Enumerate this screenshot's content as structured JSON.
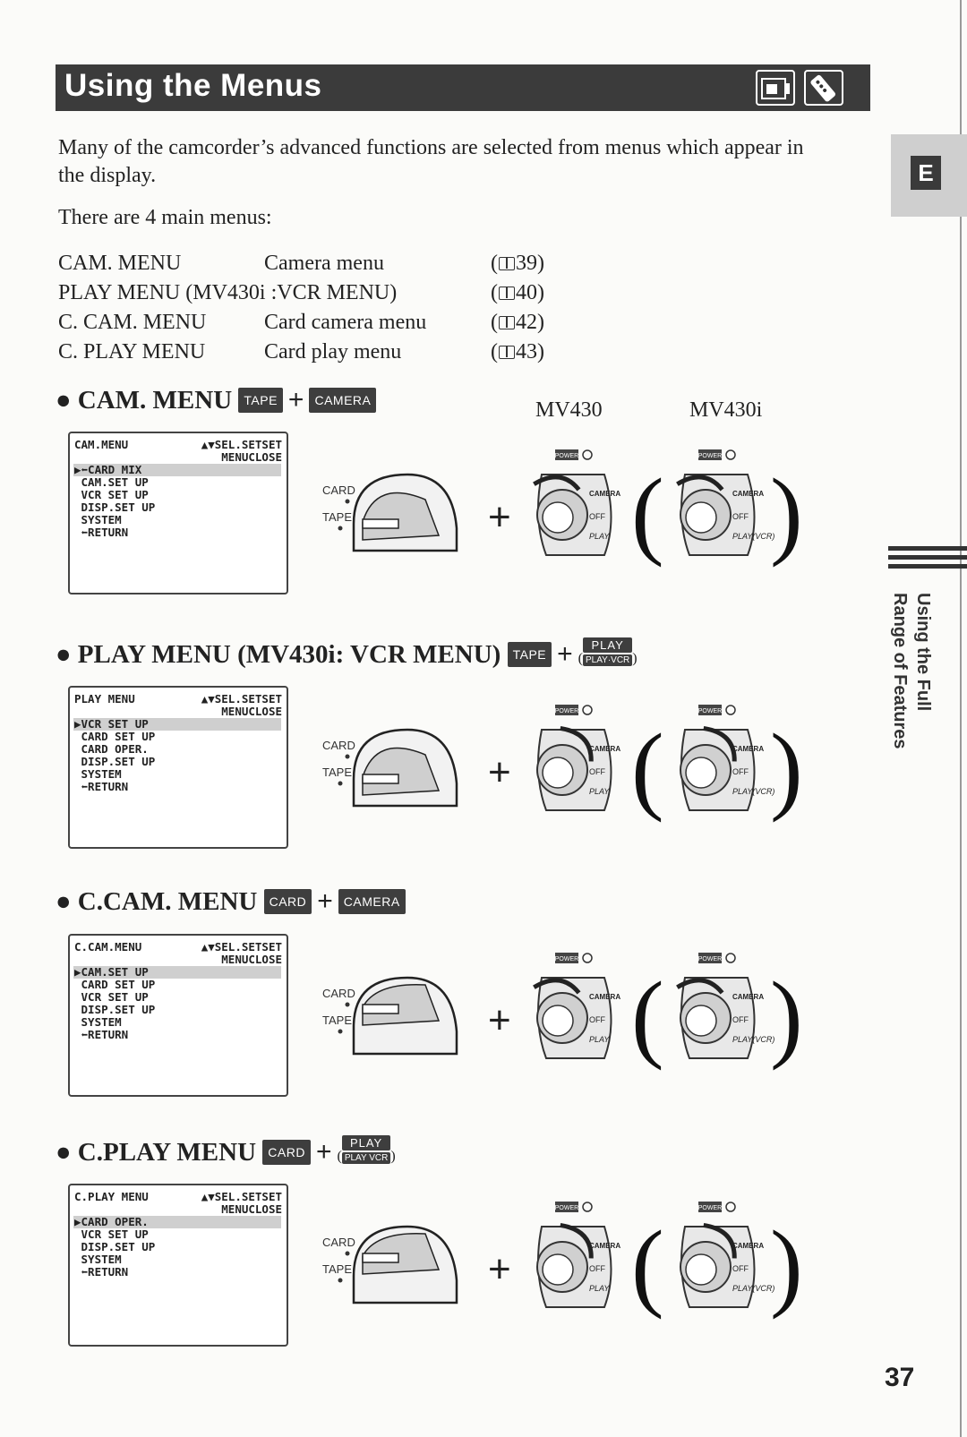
{
  "header": {
    "title": "Using the Menus"
  },
  "side_tab": {
    "letter": "E",
    "label_line1": "Using the Full",
    "label_line2": "Range of Features"
  },
  "intro": {
    "paragraph": "Many of the camcorder’s advanced functions are selected from menus which appear in the display.",
    "count_line": "There are 4 main menus:"
  },
  "menus_table": [
    {
      "name": "CAM. MENU",
      "desc": "Camera menu",
      "page": "39"
    },
    {
      "name": "PLAY MENU (MV430i :VCR MENU)",
      "desc": "",
      "page": "40"
    },
    {
      "name": "C. CAM. MENU",
      "desc": "Card camera menu",
      "page": "42"
    },
    {
      "name": "C. PLAY MENU",
      "desc": "Card play menu",
      "page": "43"
    }
  ],
  "models": {
    "left": "MV430",
    "right": "MV430i"
  },
  "labels": {
    "power": "POWER",
    "card": "CARD",
    "tape": "TAPE",
    "camera": "CAMERA",
    "off": "OFF",
    "play": "PLAY",
    "playvcr": "PLAY(VCR)"
  },
  "sections": [
    {
      "heading": "CAM. MENU",
      "badge1": "TAPE",
      "badge2": "CAMERA",
      "screen": {
        "title": "CAM.MENU",
        "right1": "▲▼SEL.SETSET",
        "right2": "MENUCLOSE",
        "items": [
          "▶⬅CARD MIX",
          " CAM.SET UP",
          " VCR SET UP",
          " DISP.SET UP",
          " SYSTEM",
          " ⬅RETURN"
        ]
      }
    },
    {
      "heading": "PLAY MENU (MV430i: VCR  MENU)",
      "badge1": "TAPE",
      "badge2_top": "PLAY",
      "badge2_bot": "PLAY·VCR",
      "screen": {
        "title": "PLAY MENU",
        "right1": "▲▼SEL.SETSET",
        "right2": "MENUCLOSE",
        "items": [
          "▶VCR SET UP",
          " CARD SET UP",
          " CARD OPER.",
          " DISP.SET UP",
          " SYSTEM",
          " ⬅RETURN"
        ]
      }
    },
    {
      "heading": "C.CAM. MENU",
      "badge1": "CARD",
      "badge2": "CAMERA",
      "screen": {
        "title": "C.CAM.MENU",
        "right1": "▲▼SEL.SETSET",
        "right2": "MENUCLOSE",
        "items": [
          "▶CAM.SET UP",
          " CARD SET UP",
          " VCR SET UP",
          " DISP.SET UP",
          " SYSTEM",
          " ⬅RETURN"
        ]
      }
    },
    {
      "heading": "C.PLAY MENU",
      "badge1": "CARD",
      "badge2_top": "PLAY",
      "badge2_bot": "PLAY VCR",
      "screen": {
        "title": "C.PLAY MENU",
        "right1": "▲▼SEL.SETSET",
        "right2": "MENUCLOSE",
        "items": [
          "▶CARD OPER.",
          " VCR SET UP",
          " DISP.SET UP",
          " SYSTEM",
          " ⬅RETURN"
        ]
      }
    }
  ],
  "page_number": "37"
}
